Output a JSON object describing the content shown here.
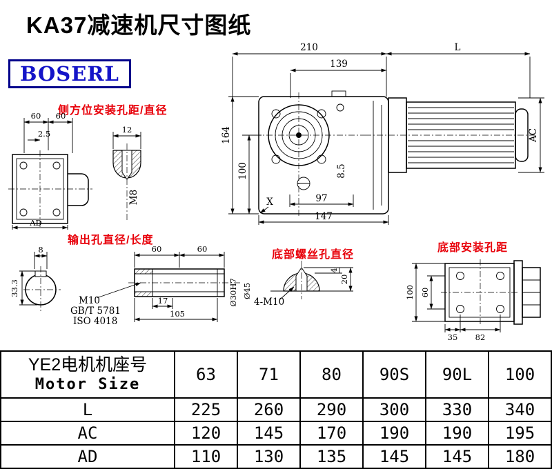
{
  "page": {
    "title": "KA37减速机尺寸图纸",
    "brand": "BOSERL"
  },
  "labels": {
    "side_mount": "侧方位安装孔距/直径",
    "output_hole": "输出孔直径/长度",
    "bottom_screw": "底部螺丝孔直径",
    "bottom_mount": "底部安装孔距"
  },
  "side_view": {
    "dim_60a": "60",
    "dim_60b": "60",
    "dim_2_5": "2.5",
    "dim_ad": "AD"
  },
  "tap_view": {
    "dim_12": "12",
    "thread": "M8"
  },
  "main_view": {
    "dim_210": "210",
    "dim_l": "L",
    "dim_139": "139",
    "dim_164": "164",
    "dim_100": "100",
    "dim_ac": "AC",
    "dim_8_5": "8.5",
    "dim_x": "X",
    "dim_97": "97",
    "dim_147": "147"
  },
  "key_view": {
    "dim_8": "8",
    "dim_33_3": "33.3"
  },
  "shaft_view": {
    "dim_60a": "60",
    "dim_60b": "60",
    "dim_17": "17",
    "dim_105": "105",
    "thread": "M10",
    "std_gb": "GB/T 5781",
    "std_iso": "ISO 4018",
    "dia_bore": "Ø30H7",
    "dia_outer": "Ø45"
  },
  "screw_view": {
    "thread": "4-M10",
    "dim_4": "4",
    "dim_20": "20"
  },
  "mount_view": {
    "dim_100": "100",
    "dim_60": "60",
    "dim_35": "35",
    "dim_82": "82"
  },
  "table": {
    "header_cn": "YE2电机机座号",
    "header_en": "Motor Size",
    "sizes": [
      "63",
      "71",
      "80",
      "90S",
      "90L",
      "100"
    ],
    "rows": [
      {
        "label": "L",
        "values": [
          "225",
          "260",
          "290",
          "300",
          "330",
          "340"
        ]
      },
      {
        "label": "AC",
        "values": [
          "120",
          "145",
          "170",
          "190",
          "190",
          "195"
        ]
      },
      {
        "label": "AD",
        "values": [
          "110",
          "130",
          "135",
          "145",
          "145",
          "180"
        ]
      }
    ]
  }
}
